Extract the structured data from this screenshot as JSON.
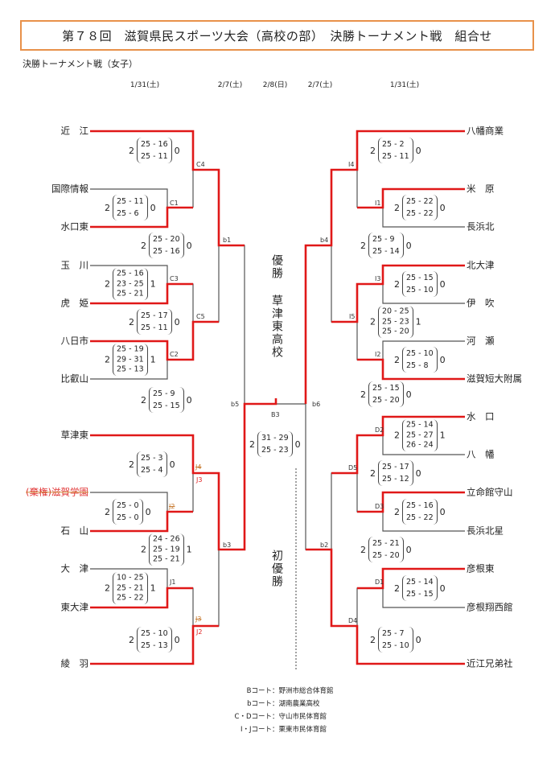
{
  "header": {
    "title": "第７８回　滋賀県民スポーツ大会（高校の部）　決勝トーナメント戦　組合せ"
  },
  "subtitle": "決勝トーナメント戦（女子）",
  "dates": [
    "1/31(土)",
    "2/7(土)",
    "2/8(日)",
    "2/7(土)",
    "1/31(土)"
  ],
  "left_teams": [
    "近　江",
    "国際情報",
    "水口東",
    "玉　川",
    "虎　姫",
    "八日市",
    "比叡山",
    "草津東",
    "(棄権)滋賀学園",
    "石　山",
    "大　津",
    "東大津",
    "綾　羽"
  ],
  "right_teams": [
    "八幡商業",
    "米　原",
    "長浜北",
    "北大津",
    "伊　吹",
    "河　瀬",
    "滋賀短大附属",
    "水　口",
    "八　幡",
    "立命館守山",
    "長浜北星",
    "彦根東",
    "彦根翔西館",
    "近江兄弟社"
  ],
  "codes": [
    "C4",
    "C1",
    "b1",
    "C3",
    "C5",
    "C2",
    "b5",
    "J4",
    "J3",
    "J2",
    "b3",
    "J1",
    "J3",
    "J2",
    "B3",
    "b6",
    "I4",
    "I1",
    "b4",
    "I3",
    "I5",
    "I2",
    "D2",
    "D5",
    "D3",
    "b2",
    "D1",
    "D4"
  ],
  "matches": [
    {
      "left": "2",
      "sets": [
        "25 - 16",
        "25 - 11"
      ],
      "right": "0"
    },
    {
      "left": "2",
      "sets": [
        "25 - 11",
        "25 - 6"
      ],
      "right": "0"
    },
    {
      "left": "2",
      "sets": [
        "25 - 20",
        "25 - 16"
      ],
      "right": "0"
    },
    {
      "left": "2",
      "sets": [
        "25 - 16",
        "23 - 25",
        "25 - 21"
      ],
      "right": "1"
    },
    {
      "left": "2",
      "sets": [
        "25 - 17",
        "25 - 11"
      ],
      "right": "0"
    },
    {
      "left": "2",
      "sets": [
        "25 - 19",
        "29 - 31",
        "25 - 13"
      ],
      "right": "1"
    },
    {
      "left": "2",
      "sets": [
        "25 - 9",
        "25 - 15"
      ],
      "right": "0"
    },
    {
      "left": "2",
      "sets": [
        "25 - 3",
        "25 - 4"
      ],
      "right": "0"
    },
    {
      "left": "2",
      "sets": [
        "25 - 0",
        "25 - 0"
      ],
      "right": "0"
    },
    {
      "left": "2",
      "sets": [
        "24 - 26",
        "25 - 19",
        "25 - 21"
      ],
      "right": "1"
    },
    {
      "left": "2",
      "sets": [
        "10 - 25",
        "25 - 21",
        "25 - 22"
      ],
      "right": "1"
    },
    {
      "left": "2",
      "sets": [
        "25 - 10",
        "25 - 13"
      ],
      "right": "0"
    },
    {
      "left": "2",
      "sets": [
        "31 - 29",
        "25 - 23"
      ],
      "right": "0"
    },
    {
      "left": "2",
      "sets": [
        "25 - 2",
        "25 - 11"
      ],
      "right": "0"
    },
    {
      "left": "2",
      "sets": [
        "25 - 22",
        "25 - 22"
      ],
      "right": "0"
    },
    {
      "left": "2",
      "sets": [
        "25 - 9",
        "25 - 14"
      ],
      "right": "0"
    },
    {
      "left": "2",
      "sets": [
        "25 - 15",
        "25 - 10"
      ],
      "right": "0"
    },
    {
      "left": "2",
      "sets": [
        "20 - 25",
        "25 - 23",
        "25 - 20"
      ],
      "right": "1"
    },
    {
      "left": "2",
      "sets": [
        "25 - 10",
        "25 - 8"
      ],
      "right": "0"
    },
    {
      "left": "2",
      "sets": [
        "25 - 15",
        "25 - 20"
      ],
      "right": "0"
    },
    {
      "left": "2",
      "sets": [
        "25 - 14",
        "25 - 27",
        "26 - 24"
      ],
      "right": "1"
    },
    {
      "left": "2",
      "sets": [
        "25 - 17",
        "25 - 12"
      ],
      "right": "0"
    },
    {
      "left": "2",
      "sets": [
        "25 - 16",
        "25 - 22"
      ],
      "right": "0"
    },
    {
      "left": "2",
      "sets": [
        "25 - 21",
        "25 - 20"
      ],
      "right": "0"
    },
    {
      "left": "2",
      "sets": [
        "25 - 14",
        "25 - 15"
      ],
      "right": "0"
    },
    {
      "left": "2",
      "sets": [
        "25 - 7",
        "25 - 10"
      ],
      "right": "0"
    }
  ],
  "champion": {
    "label": "優勝",
    "team": "草津東高校"
  },
  "first_title": "初優勝",
  "venues": [
    {
      "court": "Bコート",
      "venue": "：野洲市総合体育館"
    },
    {
      "court": "bコート",
      "venue": "：湖南農業高校"
    },
    {
      "court": "C・Dコート",
      "venue": "：守山市民体育館"
    },
    {
      "court": "I・Jコート",
      "venue": "：栗東市民体育館"
    }
  ],
  "colors": {
    "winner_line": "#e01818",
    "line": "#555555",
    "title_border": "#e8914a"
  }
}
